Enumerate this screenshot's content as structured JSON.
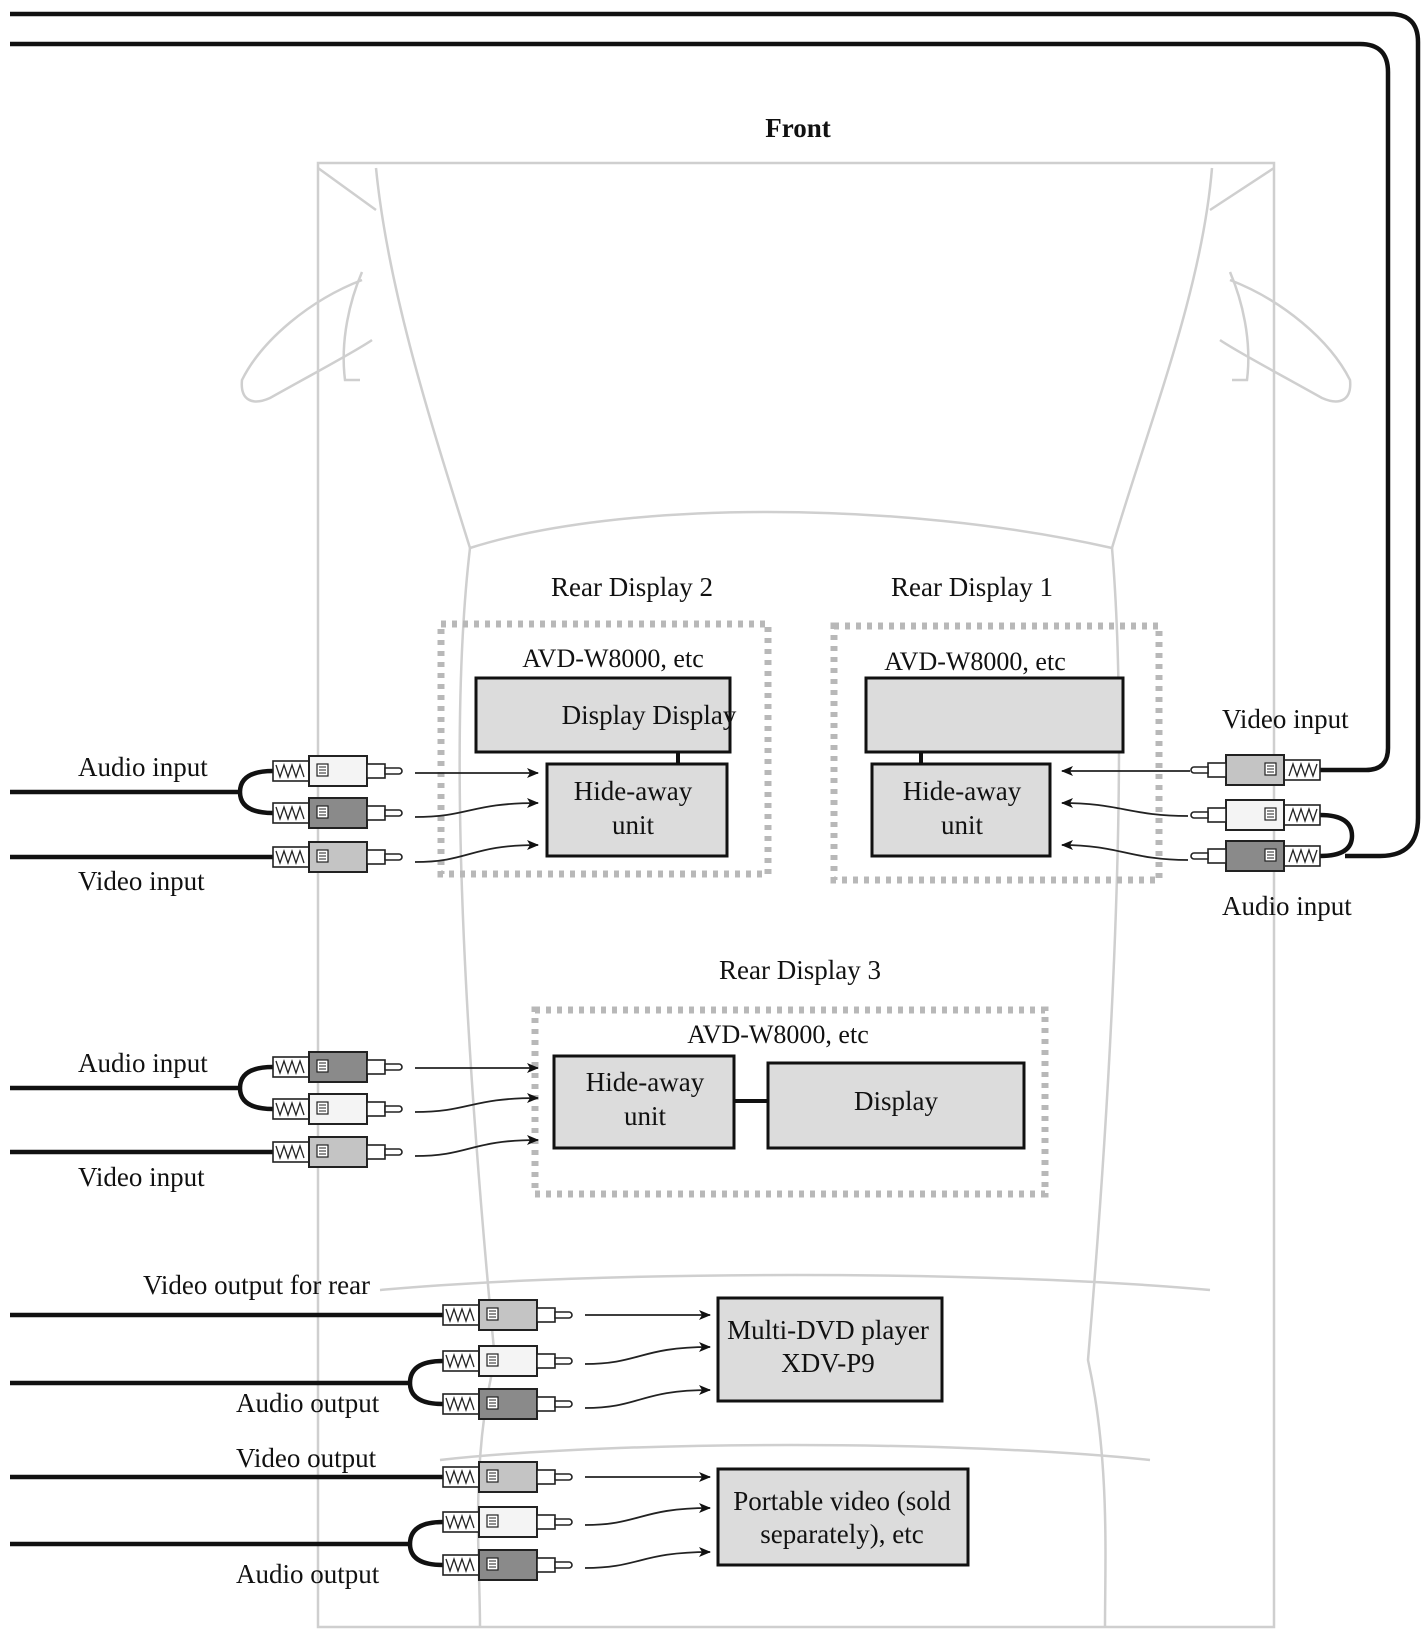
{
  "title": "Front",
  "rear_displays": [
    {
      "heading": "Rear Display 2",
      "model": "AVD-W8000, etc",
      "display_label": "Display Display",
      "unit_label_1": "Hide-away",
      "unit_label_2": "unit"
    },
    {
      "heading": "Rear Display 1",
      "model": "AVD-W8000, etc",
      "display_label": "",
      "unit_label_1": "Hide-away",
      "unit_label_2": "unit"
    },
    {
      "heading": "Rear Display 3",
      "model": "AVD-W8000, etc",
      "display_label": "Display",
      "unit_label_1": "Hide-away",
      "unit_label_2": "unit"
    }
  ],
  "cable_labels": {
    "rd2_audio": "Audio input",
    "rd2_video": "Video input",
    "rd1_video": "Video input",
    "rd1_audio": "Audio input",
    "rd3_audio": "Audio input",
    "rd3_video": "Video input",
    "dvd_video": "Video output for rear",
    "dvd_audio": "Audio output",
    "portable_video": "Video output",
    "portable_audio": "Audio output"
  },
  "sources": [
    {
      "line1": "Multi-DVD player",
      "line2": "XDV-P9"
    },
    {
      "line1": "Portable video (sold",
      "line2": "separately), etc"
    }
  ],
  "plug_colors": {
    "white": "#f4f4f4",
    "gray": "#c4c4c4",
    "dark": "#8a8a8a"
  }
}
